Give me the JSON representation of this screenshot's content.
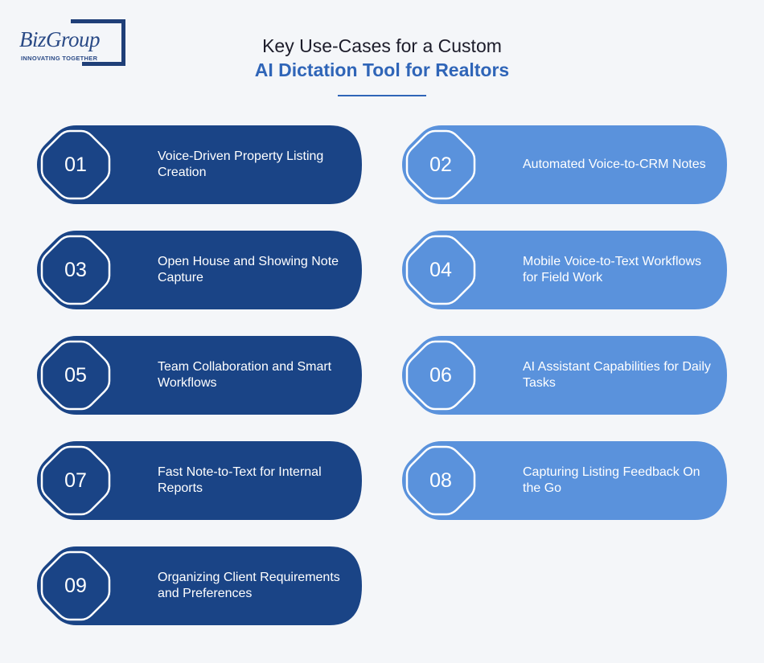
{
  "logo": {
    "brand": "BizGroup",
    "tagline": "INNOVATING TOGETHER"
  },
  "header": {
    "line1": "Key Use-Cases for a Custom",
    "line2": "AI Dictation Tool for Realtors"
  },
  "colors": {
    "dark": "#1a4486",
    "light": "#5a92dc"
  },
  "items": [
    {
      "num": "01",
      "label": "Voice-Driven Property Listing Creation"
    },
    {
      "num": "02",
      "label": "Automated Voice-to-CRM Notes"
    },
    {
      "num": "03",
      "label": "Open House and Showing Note Capture"
    },
    {
      "num": "04",
      "label": "Mobile Voice-to-Text Workflows for Field Work"
    },
    {
      "num": "05",
      "label": "Team Collaboration and Smart Workflows"
    },
    {
      "num": "06",
      "label": "AI Assistant Capabilities for Daily Tasks"
    },
    {
      "num": "07",
      "label": "Fast Note-to-Text for Internal Reports"
    },
    {
      "num": "08",
      "label": "Capturing Listing Feedback On the Go"
    },
    {
      "num": "09",
      "label": "Organizing Client Requirements and Preferences"
    }
  ]
}
